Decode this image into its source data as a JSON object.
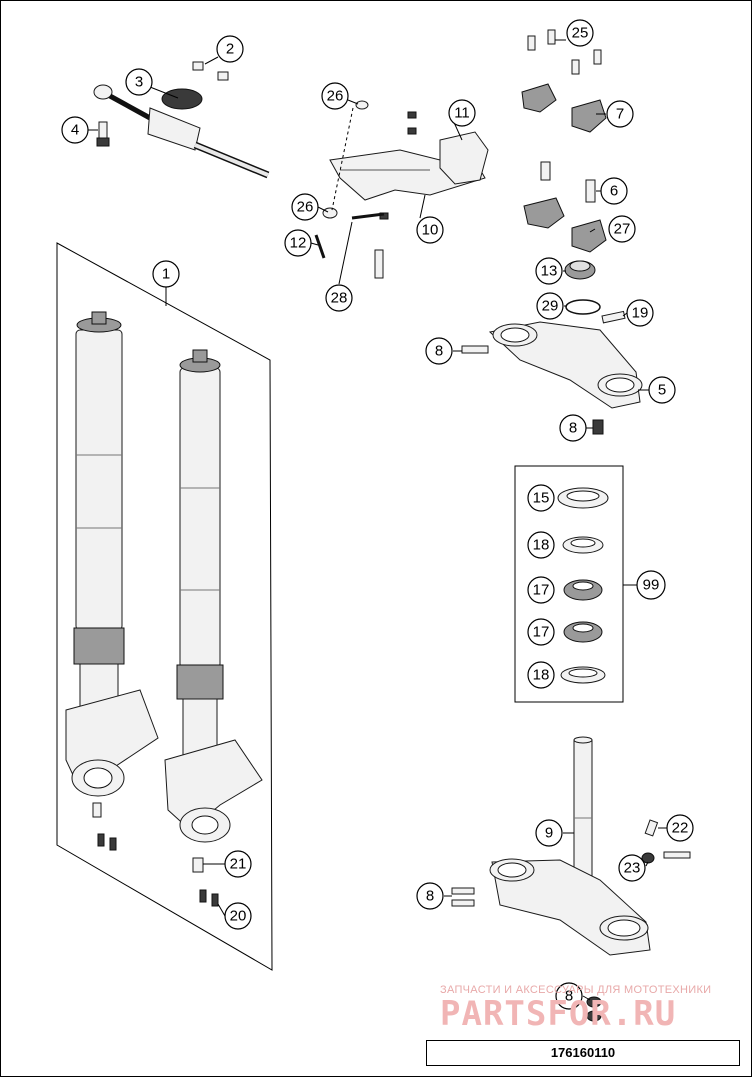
{
  "callouts": {
    "c1": "1",
    "c2": "2",
    "c3": "3",
    "c4": "4",
    "c5": "5",
    "c6": "6",
    "c7": "7",
    "c8a": "8",
    "c8b": "8",
    "c8c": "8",
    "c8d": "8",
    "c9": "9",
    "c10": "10",
    "c11": "11",
    "c12": "12",
    "c13": "13",
    "c15": "15",
    "c17a": "17",
    "c17b": "17",
    "c18a": "18",
    "c18b": "18",
    "c19": "19",
    "c20": "20",
    "c21": "21",
    "c22": "22",
    "c23": "23",
    "c25": "25",
    "c26a": "26",
    "c26b": "26",
    "c27": "27",
    "c28": "28",
    "c29": "29",
    "c99": "99"
  },
  "watermark": {
    "subtitle": "ЗАПЧАСТИ И АКСЕССУАРЫ ДЛЯ МОТОТЕХНИКИ",
    "logo": "PARTSFOR.RU"
  },
  "drawing_number": "176160110"
}
